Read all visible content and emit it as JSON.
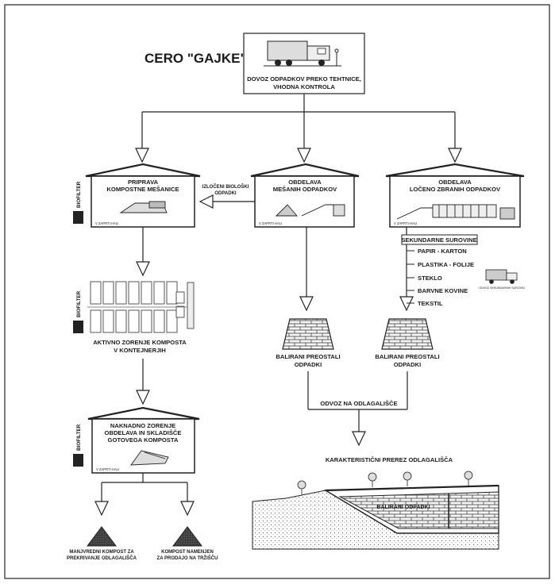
{
  "title": "CERO \"GAJKE\"",
  "top": {
    "line1": "DOVOZ ODPADKOV PREKO TEHTNICE,",
    "line2": "VHODNA KONTROLA"
  },
  "building_tag": "V ZAPRTI HALI",
  "biofilter": "BIOFILTER",
  "left_hall": {
    "line1": "PRIPRAVA",
    "line2": "KOMPOSTNE MEŠANICE"
  },
  "middle_hall": {
    "line1": "OBDELAVA",
    "line2": "MEŠANIH ODPADKOV"
  },
  "right_hall": {
    "line1": "OBDELAVA",
    "line2": "LOČENO ZBRANIH ODPADKOV"
  },
  "bio_arrow": {
    "line1": "IZLOČENI BIOLOŠKI",
    "line2": "ODPADKI"
  },
  "secondary": {
    "header": "SEKUNDARNE SUROVINE",
    "items": [
      "PAPIR - KARTON",
      "PLASTIKA - FOLIJE",
      "STEKLO",
      "BARVNE KOVINE",
      "TEKSTIL"
    ],
    "truck_caption": "ODVOZ SEKUNDARNIH SUROVIN"
  },
  "composting": {
    "line1": "AKTIVNO ZORENJE KOMPOSTA",
    "line2": "V KONTEJNERJIH"
  },
  "bales_left": {
    "line1": "BALIRANI PREOSTALI",
    "line2": "ODPADKI"
  },
  "bales_right": {
    "line1": "BALIRANI PREOSTALI",
    "line2": "ODPADKI"
  },
  "landfill_transport": "ODVOZ NA ODLAGALIŠČE",
  "post_hall": {
    "line1": "NAKNADNO ZORENJE",
    "line2": "OBDELAVA IN SKLADIŠČE",
    "line3": "GOTOVEGA KOMPOSTA"
  },
  "cross_section": {
    "title": "KARAKTERISTIČNI PREREZ ODLAGALIŠČA",
    "label": "BALIRANI ODPADKI"
  },
  "pile_left": {
    "line1": "MANJVREDNI KOMPOST ZA",
    "line2": "PREKRIVANJE ODLAGALIŠČA"
  },
  "pile_right": {
    "line1": "KOMPOST NAMENJEN",
    "line2": "ZA PRODAJO NA TRŽIŠČU"
  }
}
